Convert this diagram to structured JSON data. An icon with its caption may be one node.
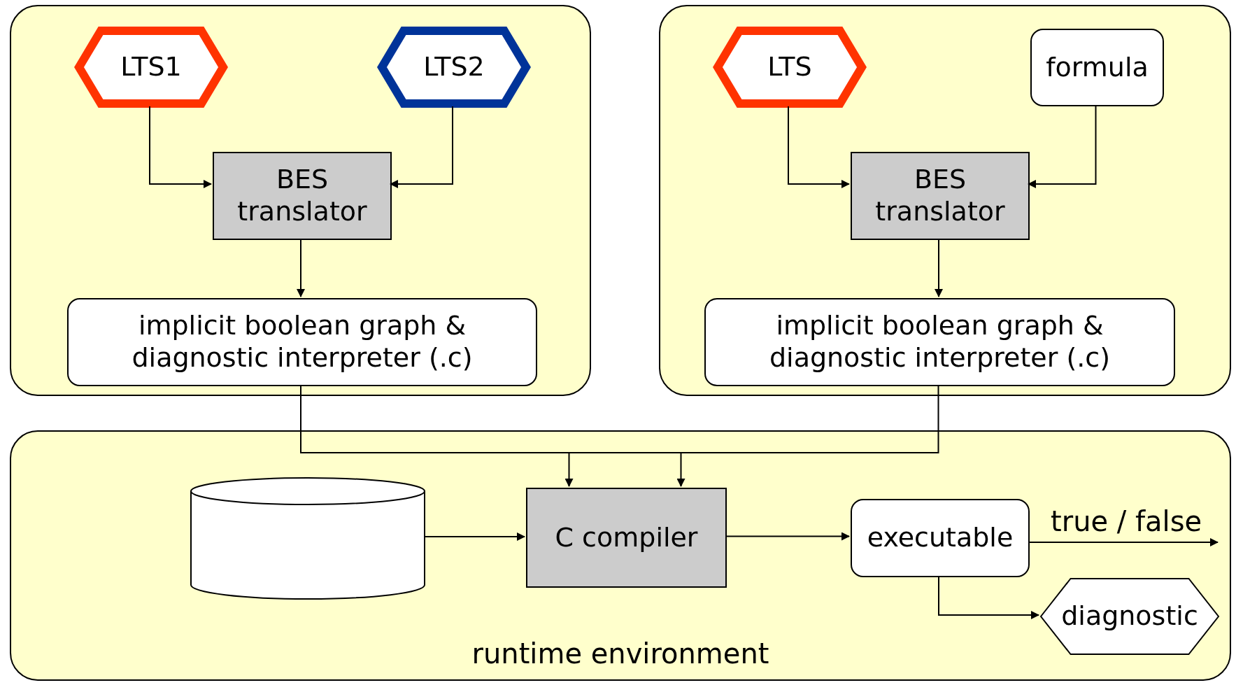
{
  "diagram": {
    "nodes": [
      {
        "text": [],
        "shape": "box"
      },
      {
        "text": [
          "LTS1"
        ],
        "in": 0
      },
      {
        "text": [
          "LTS2"
        ],
        "in": 0
      },
      {
        "text": [
          "BES translator"
        ],
        "in": 0
      },
      {
        "text": [
          "implicit boolean graph & diagnostic interpreter (.c)"
        ],
        "in": 0
      },
      {
        "text": [],
        "shape": "box"
      },
      {
        "text": [
          "LTS"
        ],
        "in": 5
      },
      {
        "text": [
          "formula"
        ],
        "in": 5
      },
      {
        "text": [
          "BES translator"
        ],
        "in": 5
      },
      {
        "text": [
          "implicit boolean graph & diagnostic interpreter (.c)"
        ],
        "in": 5
      },
      {
        "text": [
          "runtime environment"
        ]
      },
      {
        "text": [],
        "shape": "cylinder",
        "in": 10
      },
      {
        "text": [
          "C compiler"
        ],
        "in": 10
      },
      {
        "text": [
          "executable"
        ],
        "in": 10
      },
      {
        "text": [
          "diagnostic"
        ],
        "in": 10
      }
    ],
    "edges": [
      {
        "from": 1,
        "to": 3,
        "arrow": "to"
      },
      {
        "from": 2,
        "to": 3,
        "arrow": "to"
      },
      {
        "from": 3,
        "to": 4,
        "arrow": "to"
      },
      {
        "from": 6,
        "to": 8,
        "arrow": "to"
      },
      {
        "from": 7,
        "to": 8,
        "arrow": "to"
      },
      {
        "from": 8,
        "to": 9,
        "arrow": "to"
      },
      {
        "from": 4,
        "to": 12,
        "arrow": "to"
      },
      {
        "from": 9,
        "to": 12,
        "arrow": "to"
      },
      {
        "from": 11,
        "to": 12,
        "arrow": "to"
      },
      {
        "from": 12,
        "to": 13,
        "arrow": "to"
      },
      {
        "from": 13,
        "to": null,
        "arrow": "to",
        "label": "true / false"
      },
      {
        "from": 13,
        "to": 14,
        "arrow": "to"
      }
    ]
  }
}
